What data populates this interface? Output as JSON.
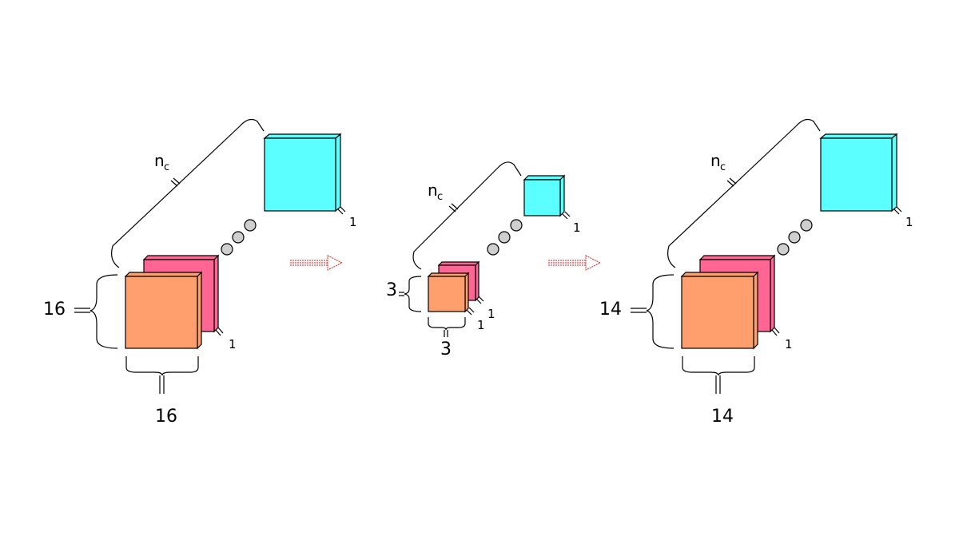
{
  "colors": {
    "front_channel": "#ff9f6d",
    "second_channel": "#ff6693",
    "last_channel": "#5cffff",
    "dots": "#cfcfcf",
    "arrow": "#e02020",
    "background": "#ffffff"
  },
  "icons": {
    "ellipsis": "ellipsis-dots-icon",
    "arrow": "hollow-right-arrow-icon"
  },
  "input_volume": {
    "height_label": "16",
    "width_label": "16",
    "depth_label": "1",
    "channels_label": "n",
    "channels_subscript": "c"
  },
  "filter_volume": {
    "height_label": "3",
    "width_label": "3",
    "depth_label_front": "1",
    "depth_label_back": "1",
    "last_depth_label": "1",
    "channels_label": "n",
    "channels_subscript": "c"
  },
  "output_volume": {
    "height_label": "14",
    "width_label": "14",
    "depth_label": "1",
    "channels_label": "n",
    "channels_subscript": "c"
  },
  "volume_last_depth_labels": {
    "input": "1",
    "output": "1"
  }
}
